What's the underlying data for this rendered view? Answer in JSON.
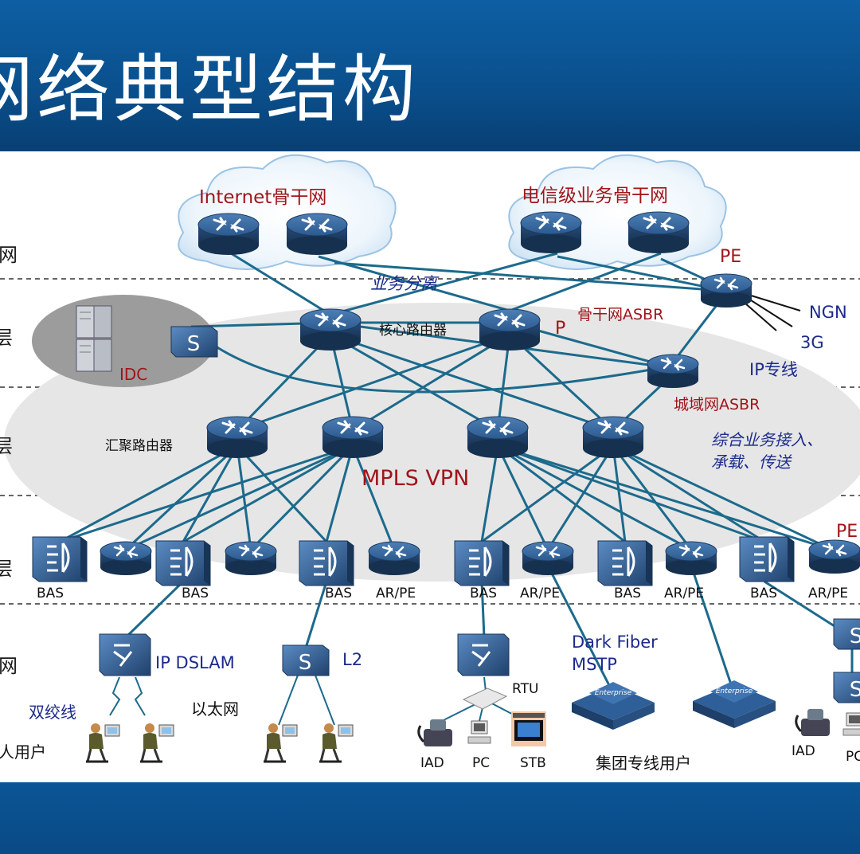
{
  "title": "网络典型结构",
  "layers": [
    "网",
    "层",
    "层",
    "层",
    "网"
  ],
  "clouds": [
    "Internet骨干网",
    "电信级业务骨干网"
  ],
  "labels": {
    "business_split": "业务分离",
    "pe_top": "PE",
    "core_router": "核心路由器",
    "p": "P",
    "backbone_asbr": "骨干网ASBR",
    "ngn": "NGN",
    "g3": "3G",
    "ip_line": "IP专线",
    "idc": "IDC",
    "metro_asbr": "城域网ASBR",
    "agg_router": "汇聚路由器",
    "integrated_line1": "综合业务接入、",
    "integrated_line2": "承载、传送",
    "mpls_vpn": "MPLS VPN",
    "pe_edge": "PE",
    "ip_dslam": "IP DSLAM",
    "l2": "L2",
    "dark_fiber": "Dark Fiber",
    "mstp": "MSTP",
    "rtu": "RTU",
    "twisted_pair": "双绞线",
    "ethernet": "以太网",
    "personal_users": "人用户",
    "iad": "IAD",
    "pc": "PC",
    "stb": "STB",
    "group_users": "集团专线用户",
    "iad_right": "IAD",
    "pc_right": "PC"
  },
  "edge_labels": [
    "BAS",
    "BAS",
    "BAS",
    "AR/PE",
    "BAS",
    "AR/PE",
    "BAS",
    "AR/PE",
    "BAS",
    "AR/PE"
  ],
  "colors": {
    "banner": "#0a4f8c",
    "link": "#1c6a8c",
    "device": "#2b4f80",
    "red_text": "#a0151b",
    "blue_text": "#1c2a8c"
  }
}
